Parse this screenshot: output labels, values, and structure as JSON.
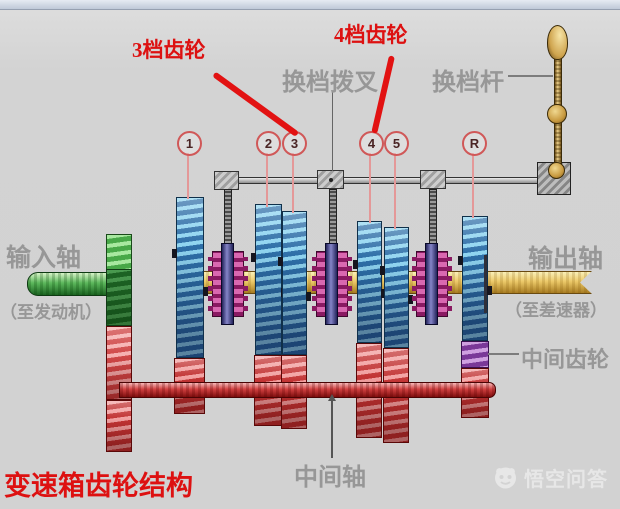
{
  "colors": {
    "accent_red": "#dd1111",
    "label_gray": "#979797",
    "background": "#d2d2d2",
    "gear_blue": "#2e6fa8",
    "gear_red": "#c23434",
    "gear_green": "#2e7a34",
    "idler_purple": "#7a3898",
    "shaft_yellow": "#ecc969",
    "sync_magenta": "#c04090"
  },
  "annotations": {
    "gear3_label": "3档齿轮",
    "gear4_label": "4档齿轮",
    "shift_fork_label": "换档拨叉",
    "shift_lever_label": "换档杆",
    "input_shaft_label": "输入轴",
    "input_shaft_sub": "（至发动机）",
    "output_shaft_label": "输出轴",
    "output_shaft_sub": "（至差速器）",
    "idler_gear_label": "中间齿轮",
    "countershaft_label": "中间轴",
    "title": "变速箱齿轮结构",
    "watermark": "悟空问答"
  },
  "gear_markers": [
    {
      "label": "1"
    },
    {
      "label": "2"
    },
    {
      "label": "3"
    },
    {
      "label": "4"
    },
    {
      "label": "5"
    },
    {
      "label": "R"
    }
  ]
}
